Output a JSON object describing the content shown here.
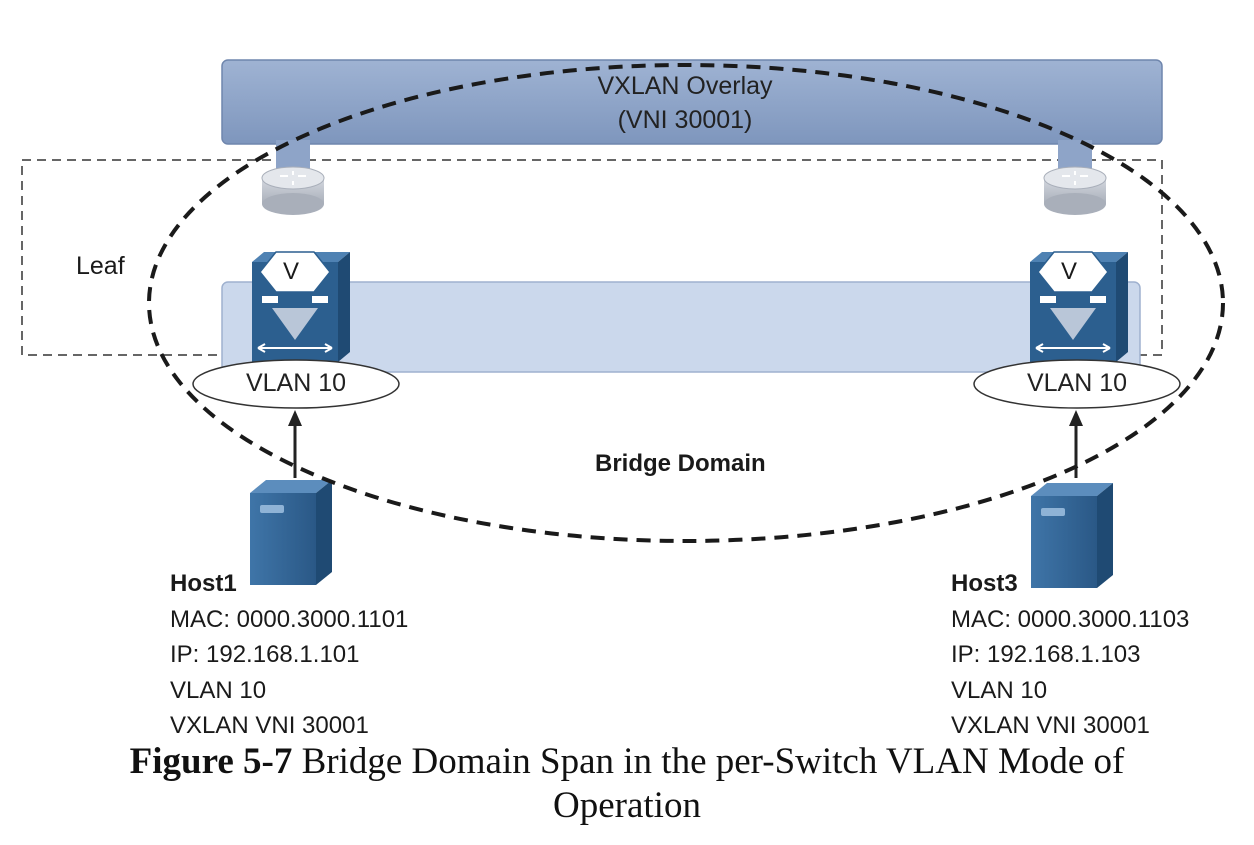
{
  "overlay": {
    "line1": "VXLAN Overlay",
    "line2": "(VNI 30001)"
  },
  "leaf_label": "Leaf",
  "bridge_domain_label": "Bridge Domain",
  "switches": [
    {
      "glyph": "V",
      "vlan_label": "VLAN 10"
    },
    {
      "glyph": "V",
      "vlan_label": "VLAN 10"
    }
  ],
  "hosts": [
    {
      "name": "Host1",
      "mac": "MAC: 0000.3000.1101",
      "ip": "IP: 192.168.1.101",
      "vlan": "VLAN 10",
      "vni": "VXLAN VNI 30001"
    },
    {
      "name": "Host3",
      "mac": "MAC: 0000.3000.1103",
      "ip": "IP: 192.168.1.103",
      "vlan": "VLAN 10",
      "vni": "VXLAN VNI 30001"
    }
  ],
  "caption": {
    "figure": "Figure 5-7",
    "text_line1": " Bridge Domain Span in the per-Switch VLAN Mode of",
    "text_line2": "Operation"
  },
  "colors": {
    "overlay_fill": "#8ea4c8",
    "overlay_stroke": "#6f86ad",
    "leaf_band": "#c8d6ea",
    "switch_blue": "#2c5f8f",
    "router_gray": "#b7bcc6",
    "dash": "#1a1a1a"
  }
}
